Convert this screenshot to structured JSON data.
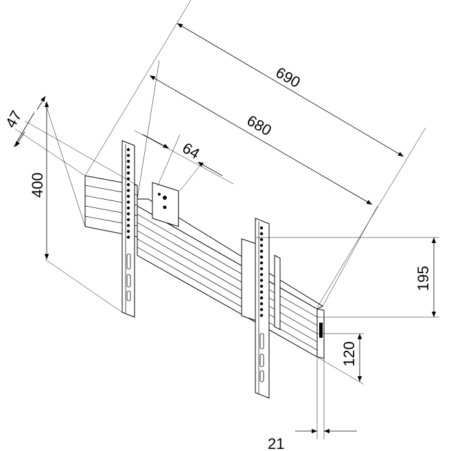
{
  "diagram": {
    "dimensions": {
      "length_overall": "690",
      "length_rail": "680",
      "wall_offset": "47",
      "height": "400",
      "bracket_width": "64",
      "vertical_spacing": "195",
      "rail_height": "120",
      "rail_depth": "21"
    }
  }
}
